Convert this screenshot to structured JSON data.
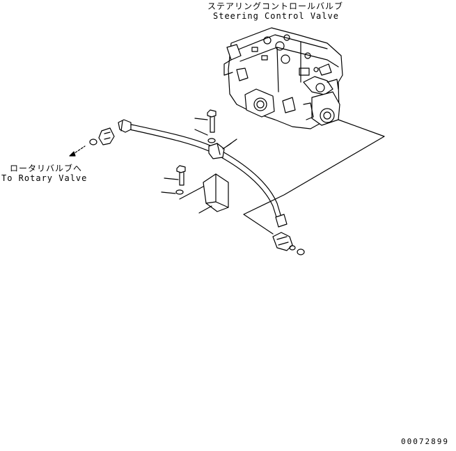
{
  "labels": {
    "valve_jp": "ステアリングコントロールバルブ",
    "valve_en": "Steering Control Valve",
    "rotary_jp": "ロータリバルブへ",
    "rotary_en": "To Rotary Valve",
    "drawing_no": "00072899"
  }
}
